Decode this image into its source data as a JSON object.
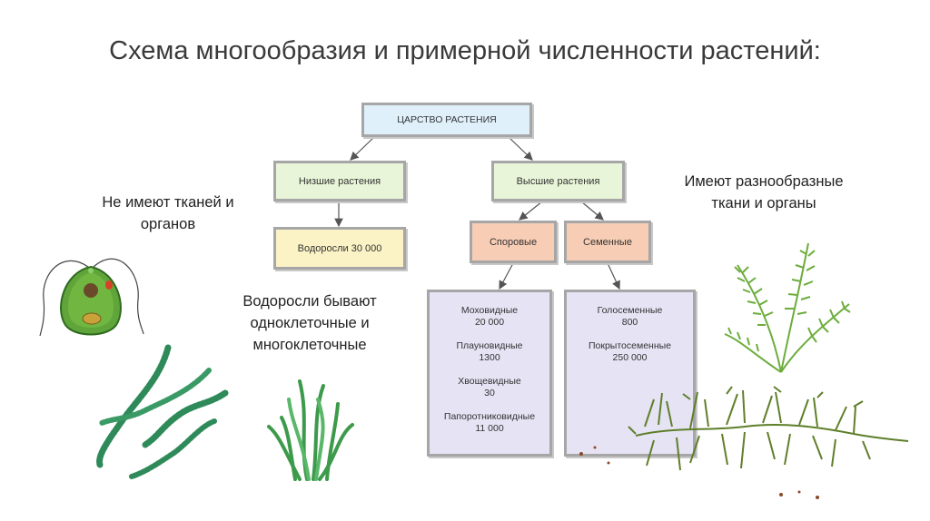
{
  "title": "Схема многообразия и примерной численности растений:",
  "diagram": {
    "kingdom": "ЦАРСТВО РАСТЕНИЯ",
    "lower": "Низшие растения",
    "higher": "Высшие растения",
    "algae": "Водоросли 30 000",
    "spore": "Споровые",
    "seed": "Семенные",
    "spore_groups": [
      {
        "name": "Моховидные",
        "count": "20 000"
      },
      {
        "name": "Плауновидные",
        "count": "1300"
      },
      {
        "name": "Хвощевидные",
        "count": "30"
      },
      {
        "name": "Папоротниковидные",
        "count": "11 000"
      }
    ],
    "seed_groups": [
      {
        "name": "Голосеменные",
        "count": "800"
      },
      {
        "name": "Покрытосеменные",
        "count": "250 000"
      }
    ]
  },
  "notes": {
    "no_tissues_1": "Не имеют тканей и",
    "no_tissues_2": "органов",
    "algae_1": "Водоросли бывают",
    "algae_2": "одноклеточные и",
    "algae_3": "многоклеточные",
    "higher_1": "Имеют разнообразные",
    "higher_2": "ткани и органы"
  },
  "colors": {
    "kingdom_fill": "#dff0fb",
    "class_fill": "#e9f5d8",
    "algae_fill": "#fbf3c5",
    "type_fill": "#f8cdb5",
    "group_fill": "#e6e3f4",
    "plant_green": "#4f9a3c"
  },
  "illustrations": [
    "chlamydomonas-icon",
    "filament-algae-icon",
    "seaweed-icon",
    "fern-icon",
    "moss-icon"
  ]
}
